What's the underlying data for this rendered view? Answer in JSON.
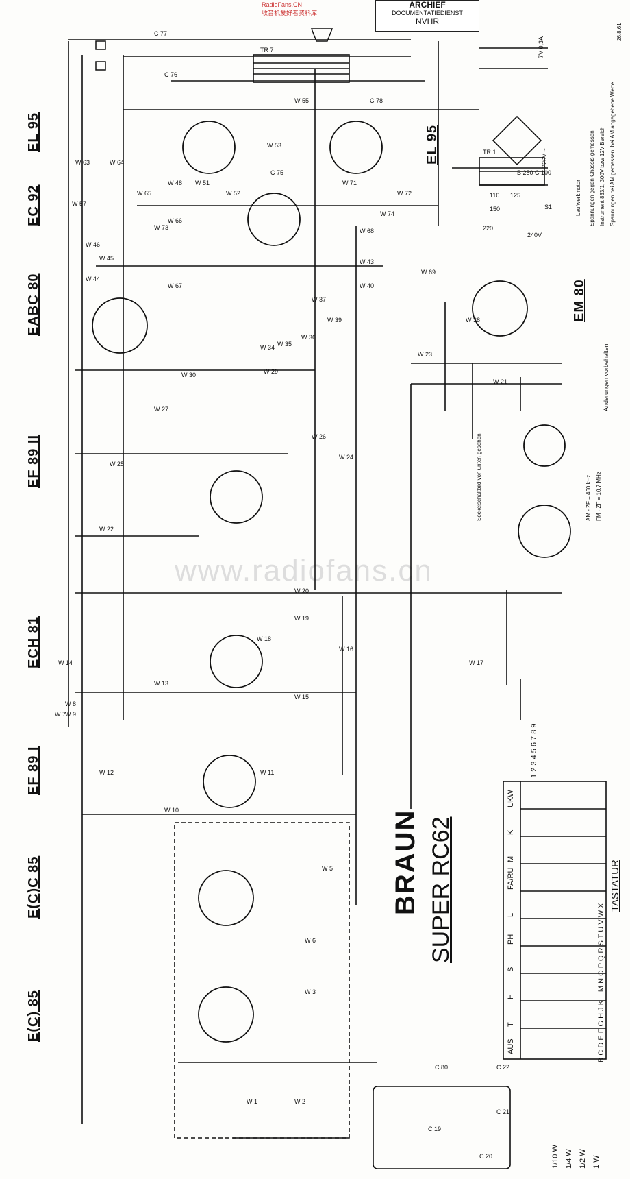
{
  "header": {
    "site_brand": "RadioFans.CN",
    "site_subtitle": "收音机爱好者资料库",
    "stamp_line1": "ARCHIEF",
    "stamp_line2": "DOCUMENTATIEDIENST",
    "stamp_line3": "NVHR"
  },
  "watermark": "www.radiofans.cn",
  "tubes": {
    "el95_left": "EL 95",
    "ec92": "EC 92",
    "eabc80": "EABC 80",
    "ef89_2": "EF 89 II",
    "ech81": "ECH 81",
    "ef89_1": "EF 89 I",
    "ecc85_a": "E(C)C 85",
    "ecc85_b": "E(C) 85",
    "el95_right": "EL 95",
    "em80": "EM 80"
  },
  "title": {
    "brand": "BRAUN",
    "model": "SUPER RC62",
    "keyboard": "TASTATUR"
  },
  "keys": [
    "UKW",
    "K",
    "M",
    "FA/RU",
    "L",
    "PH",
    "S",
    "H",
    "T",
    "AUS"
  ],
  "key_letters_top": "1 2 3 4 5 6 7 8 9",
  "key_letters_bottom": "B C D E F G H J K L M N O P Q R S T U V W X",
  "resistor_legend": [
    "1/10 W",
    "1/4 W",
    "1/2 W",
    "1 W"
  ],
  "notes": {
    "spannungen": "Spannungen gegen Chassis gemessen",
    "instrument": "Instrument 833/1, 300V bzw 12V Bereich",
    "am_werte": "Spannungen bei AM gemessen, bei AM angegebene Werte",
    "aenderungen": "Änderungen vorbehalten",
    "ebene_lbl": "Sockelschaltbild von unten gesehen",
    "am_zf": "AM - ZF = 460 kHz",
    "fm_zf": "FM - ZF = 10,7 MHz",
    "laufwerk": "Laufwerkmotor",
    "lamp": "7V 0,3A",
    "volts": [
      "110",
      "125",
      "150",
      "220",
      "240V"
    ],
    "mains": "226V ~",
    "date": "26.8.61"
  },
  "components": {
    "c77": "C 77",
    "tr7": "TR 7",
    "c76": "C 76",
    "c78": "C 78",
    "w55": "W 55",
    "w63": "W 63",
    "w64": "W 64",
    "w65": "W 65",
    "w48": "W 48",
    "w51": "W 51",
    "w52": "W 52",
    "w53": "W 53",
    "c75": "C 75",
    "w71": "W 71",
    "w72": "W 72",
    "w73": "W 73",
    "w74": "W 74",
    "w57": "W 57",
    "w46": "W 46",
    "w45": "W 45",
    "w44": "W 44",
    "w66": "W 66",
    "w67": "W 67",
    "w68": "W 68",
    "w69": "W 69",
    "w43": "W 43",
    "w40": "W 40",
    "w39": "W 39",
    "w38": "W 38",
    "w37": "W 37",
    "w36": "W 36",
    "w35": "W 35",
    "w34": "W 34",
    "w30": "W 30",
    "w29": "W 29",
    "w27": "W 27",
    "w26": "W 26",
    "w25": "W 25",
    "w24": "W 24",
    "w23": "W 23",
    "w22": "W 22",
    "w21": "W 21",
    "w20": "W 20",
    "w19": "W 19",
    "w18": "W 18",
    "w17": "W 17",
    "w16": "W 16",
    "w15": "W 15",
    "w14": "W 14",
    "w13": "W 13",
    "w12": "W 12",
    "w11": "W 11",
    "w10": "W 10",
    "w9": "W 9",
    "w8": "W 8",
    "w7": "W 7",
    "w6": "W 6",
    "w5": "W 5",
    "w3": "W 3",
    "w2": "W 2",
    "w1": "W 1",
    "c80": "C 80",
    "c22": "C 22",
    "c21": "C 21",
    "c19": "C 19",
    "c20": "C 20",
    "tr1": "TR 1",
    "b250": "B 250 C 100",
    "s1": "S1"
  }
}
